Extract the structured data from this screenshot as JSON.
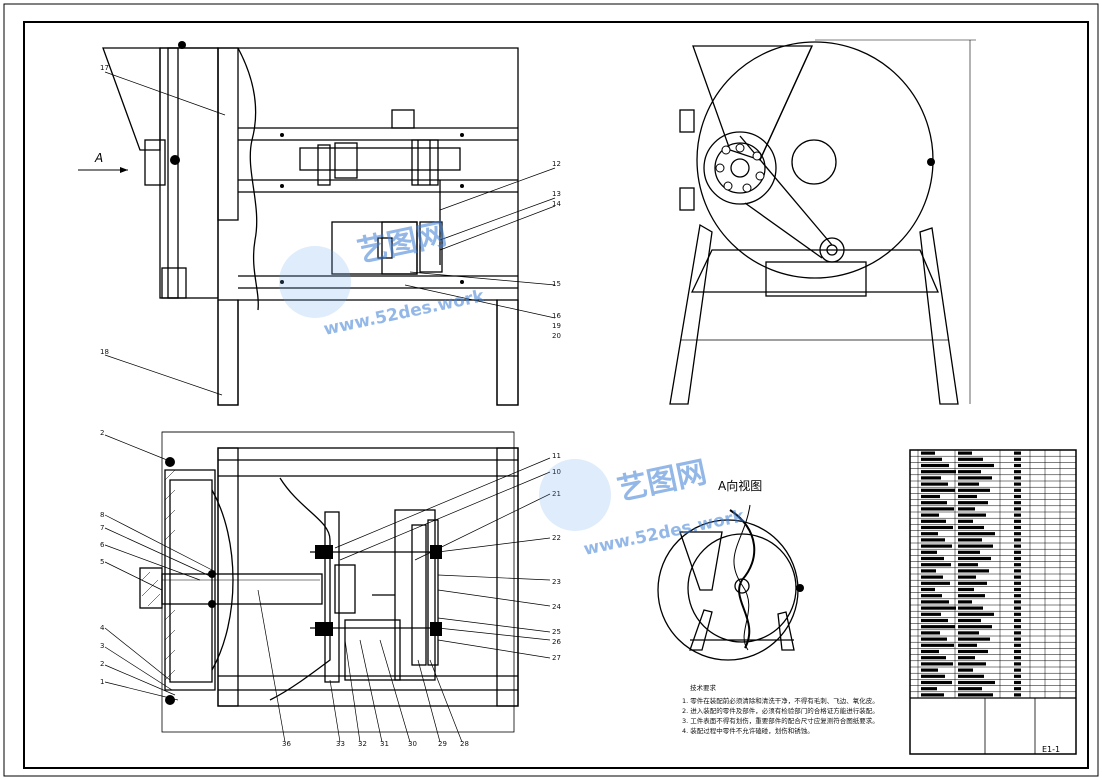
{
  "view_label_a": "A",
  "section_title": "A向视图",
  "notes": {
    "heading": "技术要求",
    "lines": [
      "1. 零件在装配前必须清除和清洗干净，不得有毛刺、飞边、氧化皮。",
      "2. 进入装配的零件及部件，必须有检验部门的合格证方能进行装配。",
      "3. 工件表面不得有划伤，重要部件的配合尺寸应复测符合图纸要求。",
      "4. 装配过程中零件不允许磕碰，划伤和锈蚀。"
    ]
  },
  "title_block": {
    "sheet_code": "E1-1"
  },
  "watermark": {
    "brand": "艺图网",
    "url": "www.52des.work"
  }
}
